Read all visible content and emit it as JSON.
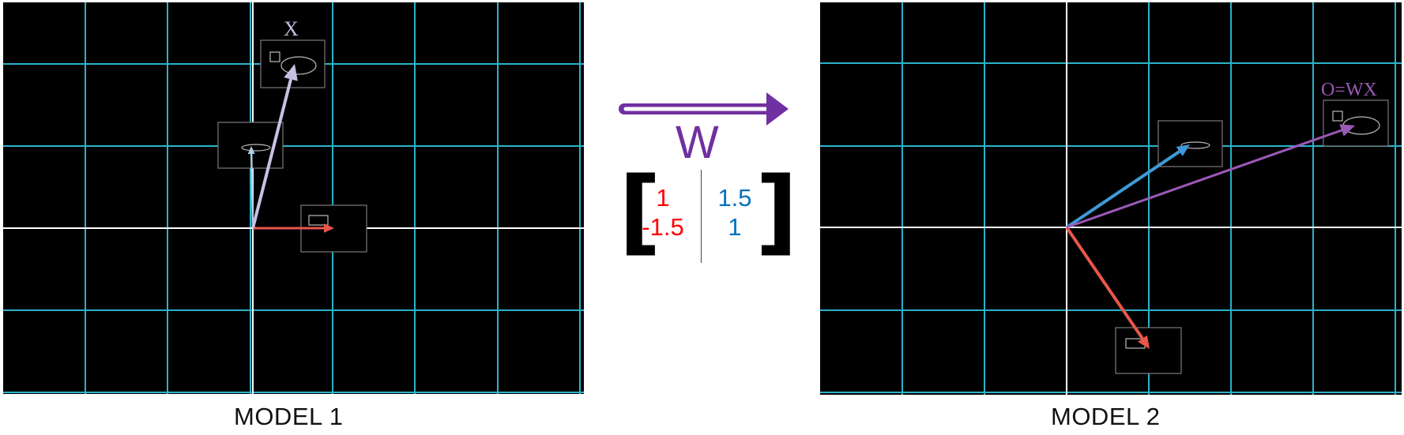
{
  "left_panel": {
    "caption": "MODEL 1",
    "vector_label": "X"
  },
  "right_panel": {
    "caption": "MODEL 2",
    "vector_label": "O=WX"
  },
  "transform": {
    "label": "W",
    "matrix": [
      [
        "1",
        "1.5"
      ],
      [
        "-1.5",
        "1"
      ]
    ]
  },
  "colors": {
    "grid": "#2ab3c8",
    "axis": "#ffffff",
    "panel_bg": "#000000",
    "vec_x": "#c8c0e4",
    "vec_e1": "#e8574a",
    "vec_e2": "#3f9ad8",
    "vec_o": "#9b59b6",
    "arrow_w": "#7030a0",
    "col1_text": "#ff0000",
    "col2_text": "#0070c0"
  }
}
